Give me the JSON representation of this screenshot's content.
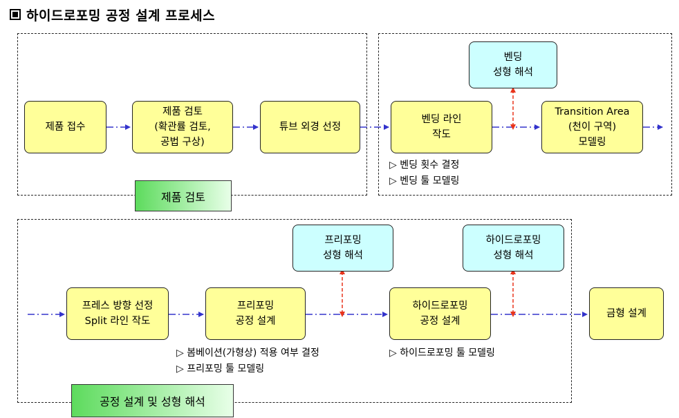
{
  "title": "하이드로포밍 공정 설계 프로세스",
  "boxes": {
    "b1": "제품 접수",
    "b2": "제품 검토\n(확관률 검토,\n공법 구상)",
    "b3": "튜브 외경 선정",
    "b4": "벤딩 라인\n작도",
    "b5": "벤딩\n성형 해석",
    "b6": "Transition Area\n(천이 구역)\n모델링",
    "b7": "프레스 방향 선정\nSplit 라인 작도",
    "b8": "프리포밍\n공정 설계",
    "b9": "프리포밍\n성형 해석",
    "b10": "하이드로포밍\n공정 설계",
    "b11": "하이드로포밍\n성형 해석",
    "b12": "금형 설계"
  },
  "labels": {
    "review": "제품 검토",
    "process": "공정 설계 및 성형 해석"
  },
  "notes": {
    "bending": [
      "▷ 벤딩 횟수 결정",
      "▷ 벤딩 툴 모델링"
    ],
    "preform": [
      "▷ 봄베이션(가형상) 적용 여부 결정",
      "▷ 프리포밍 툴 모델링"
    ],
    "hydro": [
      "▷ 하이드로포밍 툴 모델링"
    ]
  },
  "colors": {
    "flow": "#3333cc",
    "analysis": "#e8341c",
    "process_box": "#ffff99",
    "analysis_box": "#ccffff"
  }
}
